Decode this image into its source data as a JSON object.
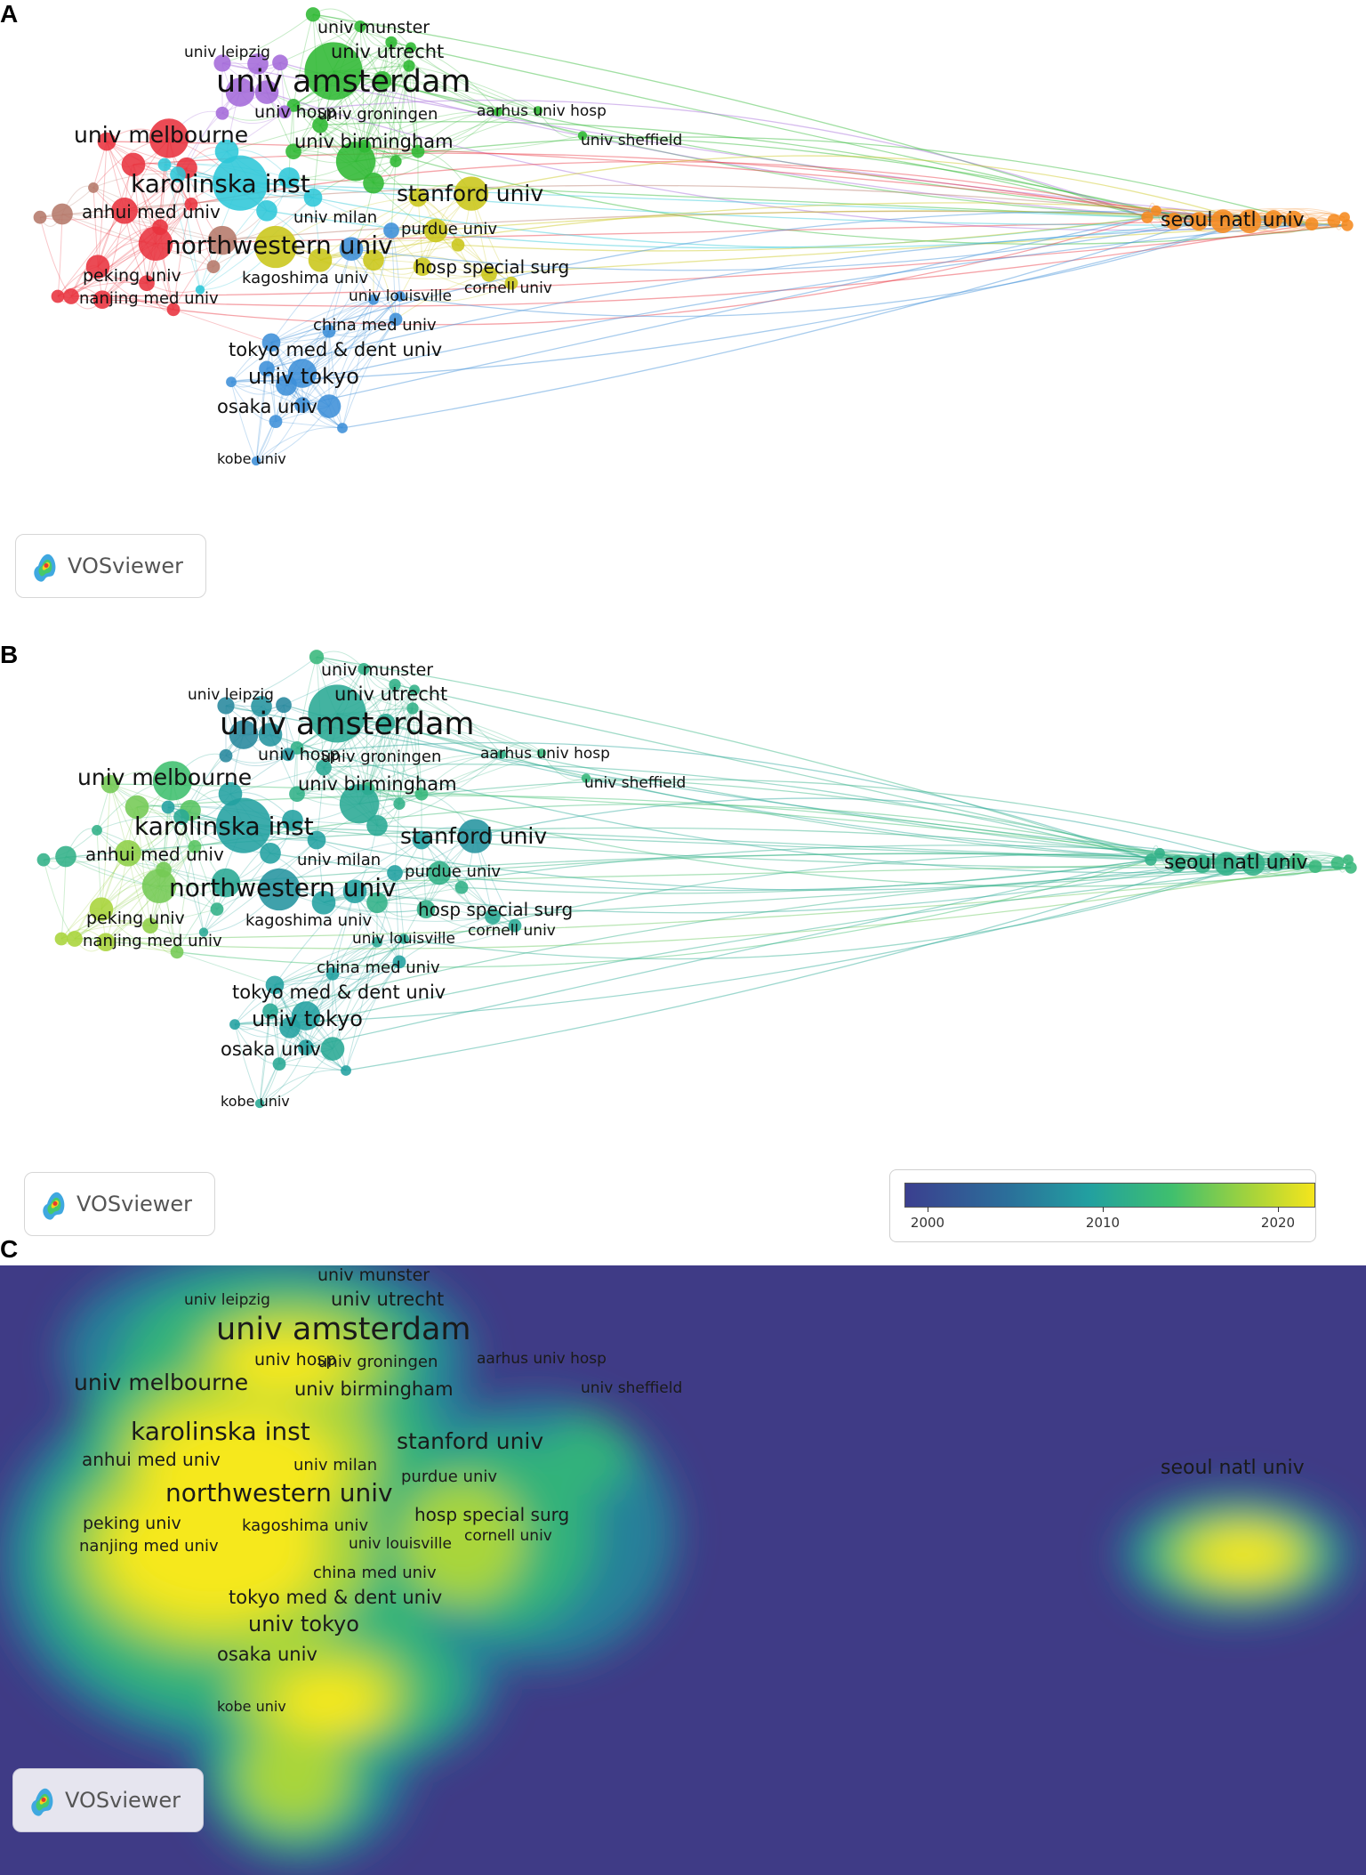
{
  "panels": {
    "a": {
      "letter": "A",
      "badge": "VOSviewer"
    },
    "b": {
      "letter": "B",
      "badge": "VOSviewer",
      "legend": {
        "ticks": [
          "2000",
          "2010",
          "2020"
        ]
      }
    },
    "c": {
      "letter": "C",
      "badge": "VOSviewer"
    }
  },
  "labels": {
    "univ_munster": "univ munster",
    "univ_utrecht": "univ utrecht",
    "univ_leipzig": "univ leipzig",
    "univ_amsterdam": "univ amsterdam",
    "univ_hosp": "univ hosp",
    "univ_groningen": "univ groningen",
    "aarhus_univ_hosp": "aarhus univ hosp",
    "univ_melbourne": "univ melbourne",
    "univ_birmingham": "univ birmingham",
    "univ_sheffield": "univ sheffield",
    "karolinska_inst": "karolinska inst",
    "stanford_univ": "stanford univ",
    "anhui_med_univ": "anhui med univ",
    "univ_milan": "univ milan",
    "seoul_natl_univ": "seoul natl univ",
    "purdue_univ": "purdue univ",
    "northwestern_univ": "northwestern univ",
    "hosp_special_surg": "hosp special surg",
    "peking_univ": "peking univ",
    "kagoshima_univ": "kagoshima univ",
    "cornell_univ": "cornell univ",
    "nanjing_med_univ": "nanjing med univ",
    "univ_louisville": "univ louisville",
    "china_med_univ": "china med univ",
    "tokyo_med_dent_univ": "tokyo med & dent univ",
    "univ_tokyo": "univ tokyo",
    "osaka_univ": "osaka univ",
    "kobe_univ": "kobe univ"
  },
  "clusters": {
    "red": "#e8323e",
    "green": "#2fb833",
    "blue": "#3d8fd8",
    "yellow": "#c9c619",
    "purple": "#a46ad9",
    "cyan": "#2ec7d8",
    "orange": "#f58a1f",
    "brown": "#b5796a"
  },
  "overlay_scale": [
    "#3b3f8f",
    "#2b6f9a",
    "#22a0a0",
    "#3fbf6e",
    "#a8d43a",
    "#f5e51c"
  ],
  "density_scale": [
    "#3f3b86",
    "#27809a",
    "#33b27a",
    "#a9d53a",
    "#f6e81a"
  ],
  "density_background": "#3f3b86"
}
